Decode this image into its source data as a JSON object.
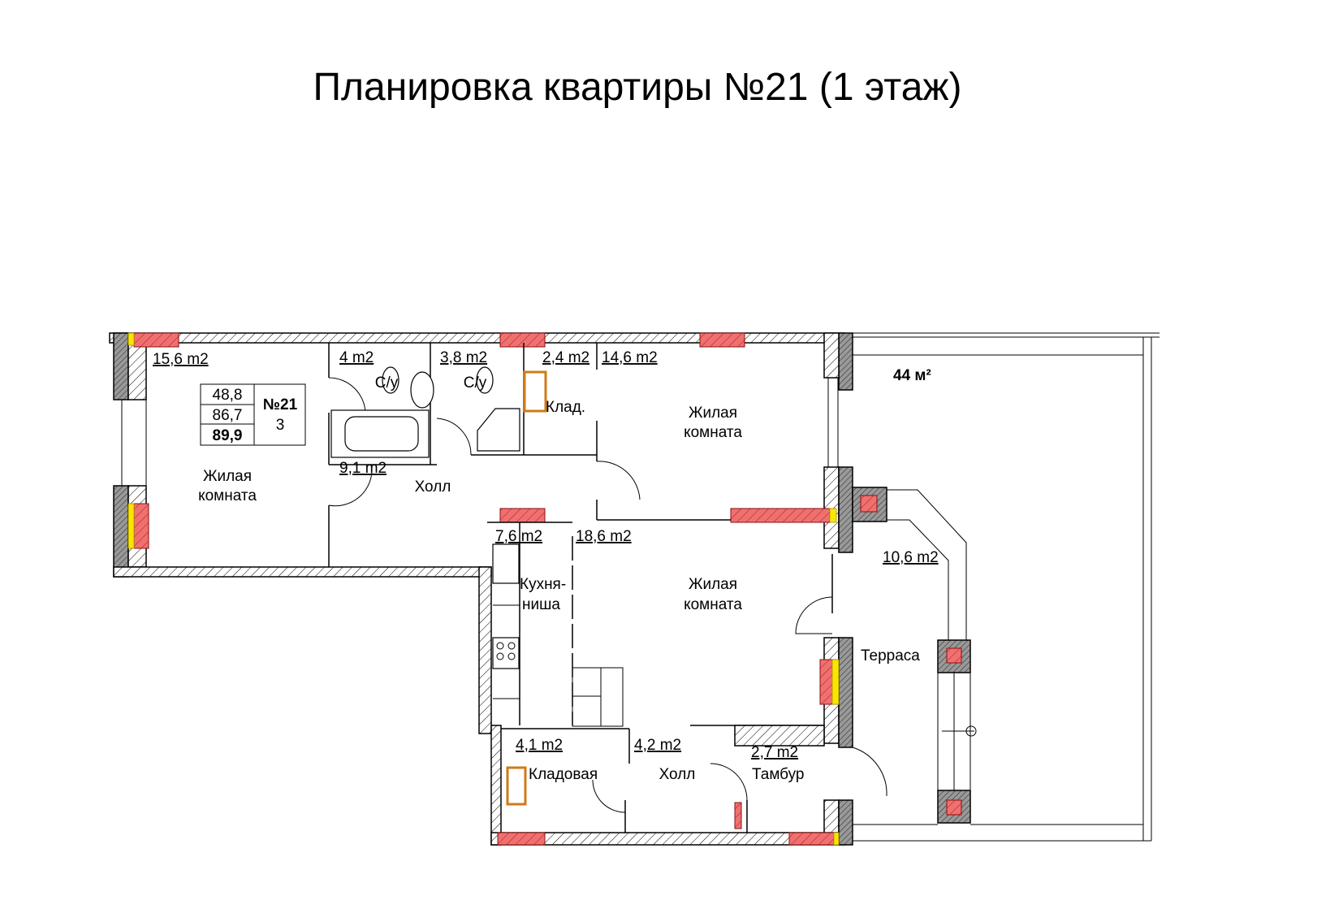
{
  "title": "Планировка квартиры №21 (1 этаж)",
  "info_table": {
    "living_area": "48,8",
    "total_area": "86,7",
    "total_with_terrace": "89,9",
    "apartment_number": "№21",
    "rooms_count": "3"
  },
  "terrace_total": "44 м²",
  "rooms": [
    {
      "name": "Жилая комната",
      "area": "15,6 m2"
    },
    {
      "name": "С/у",
      "area": "4 m2"
    },
    {
      "name": "С/у",
      "area": "3,8 m2"
    },
    {
      "name": "Клад.",
      "area": "2,4 m2"
    },
    {
      "name": "Жилая комната",
      "area": "14,6 m2"
    },
    {
      "name": "Холл",
      "area": "9,1 m2"
    },
    {
      "name": "Кухня-ниша",
      "area": "7,6 m2"
    },
    {
      "name": "Жилая комната",
      "area": "18,6 m2"
    },
    {
      "name": "Кладовая",
      "area": "4,1 m2"
    },
    {
      "name": "Холл",
      "area": "4,2 m2"
    },
    {
      "name": "Тамбур",
      "area": "2,7 m2"
    },
    {
      "name": "Терраса",
      "area": "10,6 m2"
    }
  ],
  "labels": {
    "zhilaya": "Жилая",
    "komnata": "комната",
    "kukhnya": "Кухня-",
    "nisha": "ниша"
  }
}
